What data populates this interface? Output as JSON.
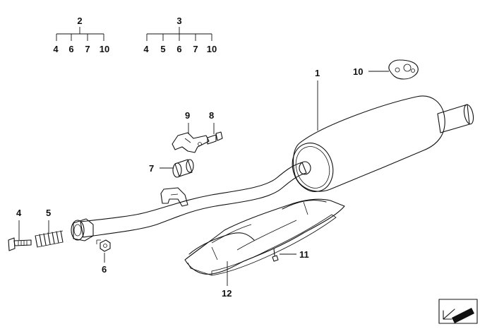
{
  "diagram": {
    "groups": [
      {
        "id": "group-2",
        "parent": "2",
        "children": [
          "4",
          "6",
          "7",
          "10"
        ]
      },
      {
        "id": "group-3",
        "parent": "3",
        "children": [
          "4",
          "5",
          "6",
          "7",
          "10"
        ]
      }
    ],
    "callouts": {
      "c1": "1",
      "c4": "4",
      "c5": "5",
      "c6": "6",
      "c7": "7",
      "c8": "8",
      "c9": "9",
      "c10": "10",
      "c11": "11",
      "c12": "12"
    },
    "colors": {
      "line": "#111111",
      "background": "#ffffff",
      "shade": "#bdbdbd"
    },
    "icons": [
      "orientation-arrow-icon"
    ]
  }
}
